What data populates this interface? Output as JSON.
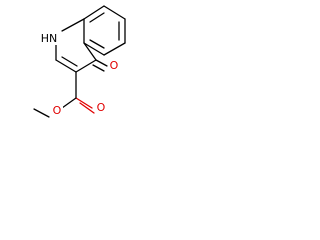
{
  "structure": {
    "labels": {
      "nh": "HN",
      "ketone_o": "O",
      "ester_carbonyl_o": "O",
      "ester_ether_o": "O"
    },
    "colors": {
      "bond": "#000000",
      "nitrogen": "#000000",
      "oxygen": "#e00000"
    }
  }
}
